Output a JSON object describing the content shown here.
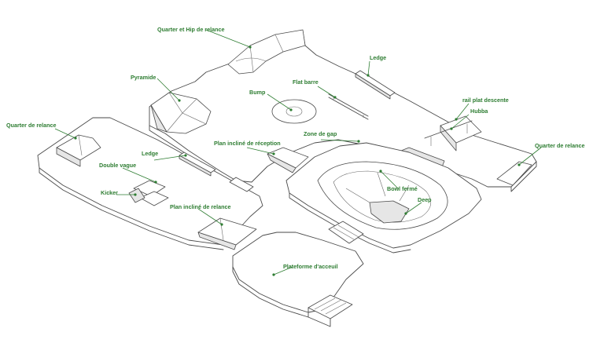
{
  "colors": {
    "label": "#2e7d32",
    "line": "#4a4a4a",
    "background": "#ffffff"
  },
  "labels": {
    "quarter_hip": "Quarter et Hip de relance",
    "ledge_top": "Ledge",
    "pyramide": "Pyramide",
    "flat_barre": "Flat barre",
    "bump": "Bump",
    "rail_plat_descente": "rail plat descente",
    "hubba": "Hubba",
    "quarter_relance_left": "Quarter de relance",
    "plan_incline_reception": "Plan incliné de réception",
    "zone_de_gap": "Zone de gap",
    "quarter_relance_right": "Quarter de relance",
    "ledge_left": "Ledge",
    "double_vague": "Double vague",
    "bowl_ferme": "Bowl fermé",
    "kicker": "Kicker",
    "deep": "Deep",
    "plan_incline_relance": "Plan incliné de relance",
    "plateforme_accueil": "Plateforme d'acceuil"
  }
}
